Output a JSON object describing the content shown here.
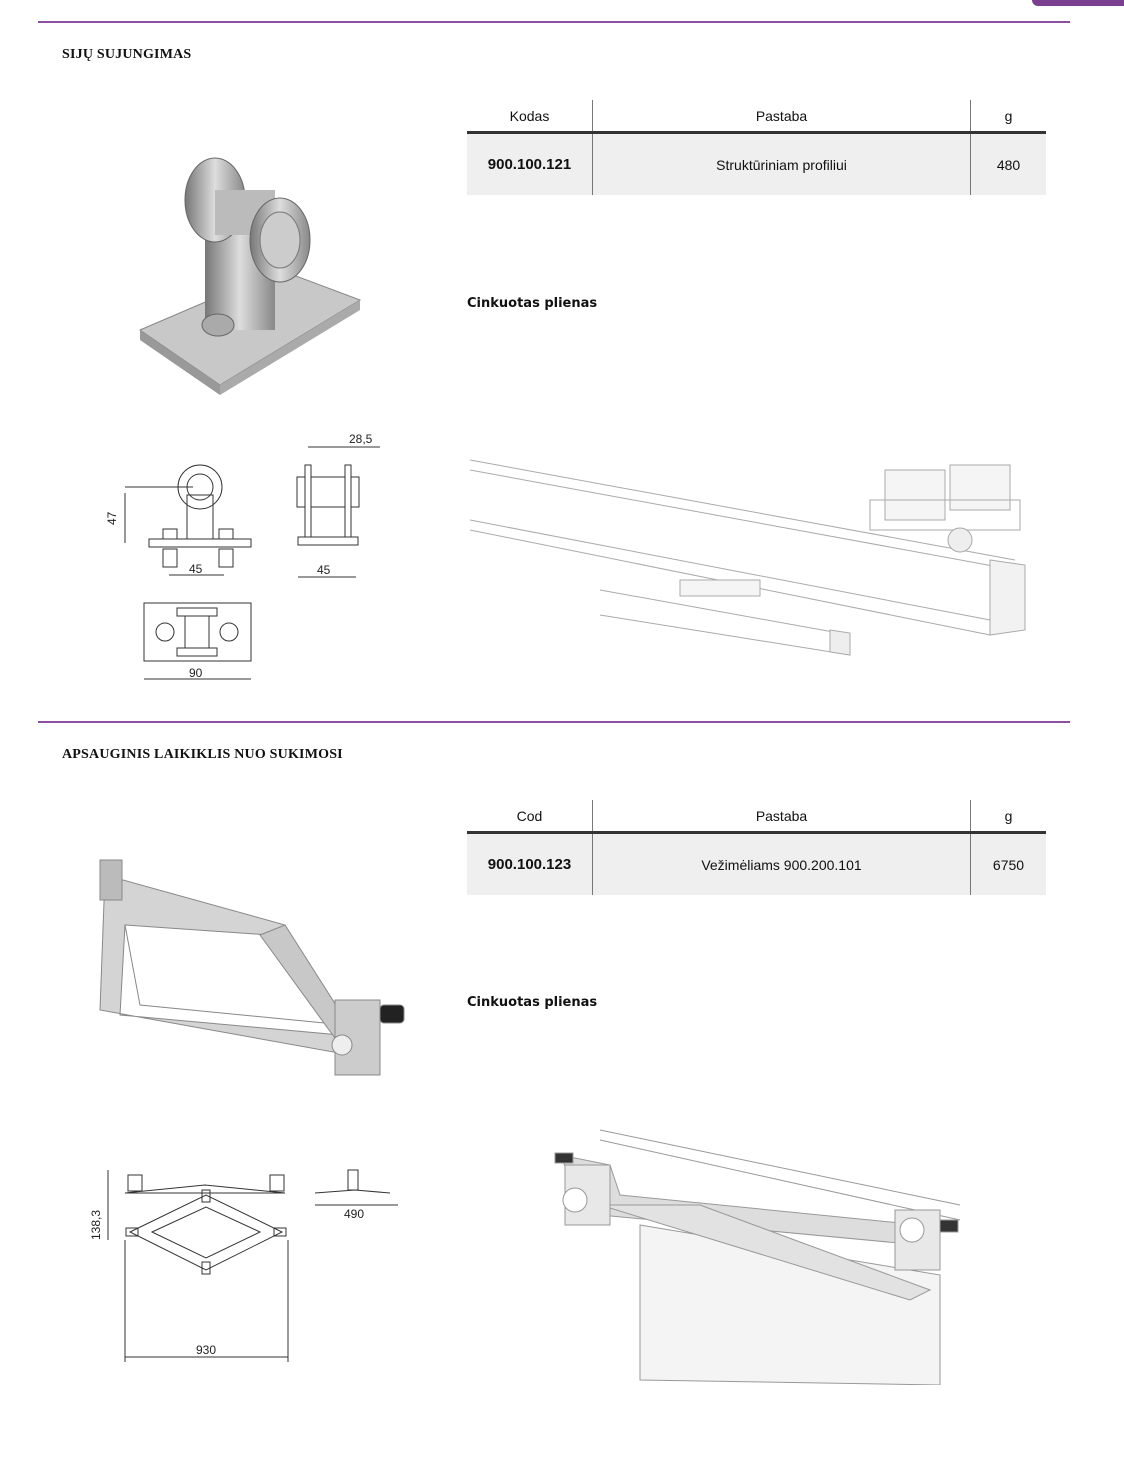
{
  "sections": [
    {
      "title": "SIJŲ SUJUNGIMAS",
      "table": {
        "headers": [
          "Kodas",
          "Pastaba",
          "g"
        ],
        "row": {
          "code": "900.100.121",
          "note": "Struktūriniam profiliui",
          "weight": "480"
        }
      },
      "material": "Cinkuotas plienas",
      "dimensions": [
        "47",
        "45",
        "28,5",
        "45",
        "90"
      ]
    },
    {
      "title": "APSAUGINIS LAIKIKLIS NUO SUKIMOSI",
      "table": {
        "headers": [
          "Cod",
          "Pastaba",
          "g"
        ],
        "row": {
          "code": "900.100.123",
          "note": "Vežimėliams 900.200.101",
          "weight": "6750"
        }
      },
      "material": "Cinkuotas plienas",
      "dimensions": [
        "138,3",
        "490",
        "930"
      ]
    }
  ],
  "colors": {
    "accent": "#8e4fa3",
    "row_bg": "#efefef"
  }
}
